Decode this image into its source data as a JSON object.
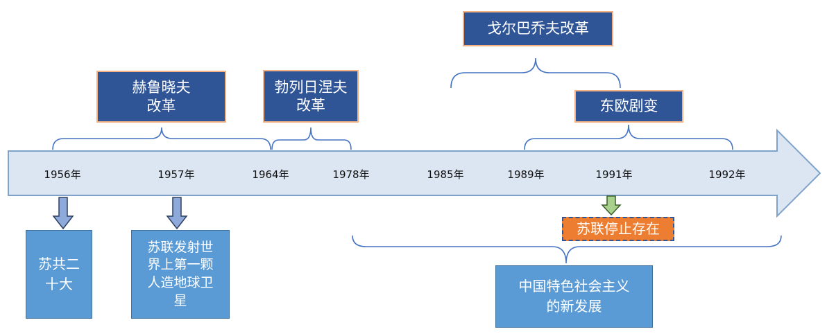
{
  "colors": {
    "timeline_fill": "#dbe6f2",
    "timeline_stroke": "#7ea2c9",
    "navy_box": "#2f5597",
    "navy_box_border": "#f4b183",
    "blue_box": "#5b9bd5",
    "orange_box": "#ed7d31",
    "down_arrow_blue": "#8eaadb",
    "down_arrow_green": "#a9d18e",
    "bracket": "#4472c4"
  },
  "timeline": {
    "years": [
      "1956年",
      "1957年",
      "1964年",
      "1978年",
      "1985年",
      "1989年",
      "1991年",
      "1992年"
    ]
  },
  "reforms": {
    "khrushchev": "赫鲁晓夫\n改革",
    "brezhnev": "勃列日涅夫\n改革",
    "gorbachev": "戈尔巴乔夫改革",
    "eastern_europe": "东欧剧变"
  },
  "events": {
    "cpsu_20th": "苏共二\n十大",
    "satellite": "苏联发射世\n界上第一颗\n人造地球卫\n星",
    "ussr_end": "苏联停止存在",
    "china_socialism": "中国特色社会主义\n的新发展"
  }
}
